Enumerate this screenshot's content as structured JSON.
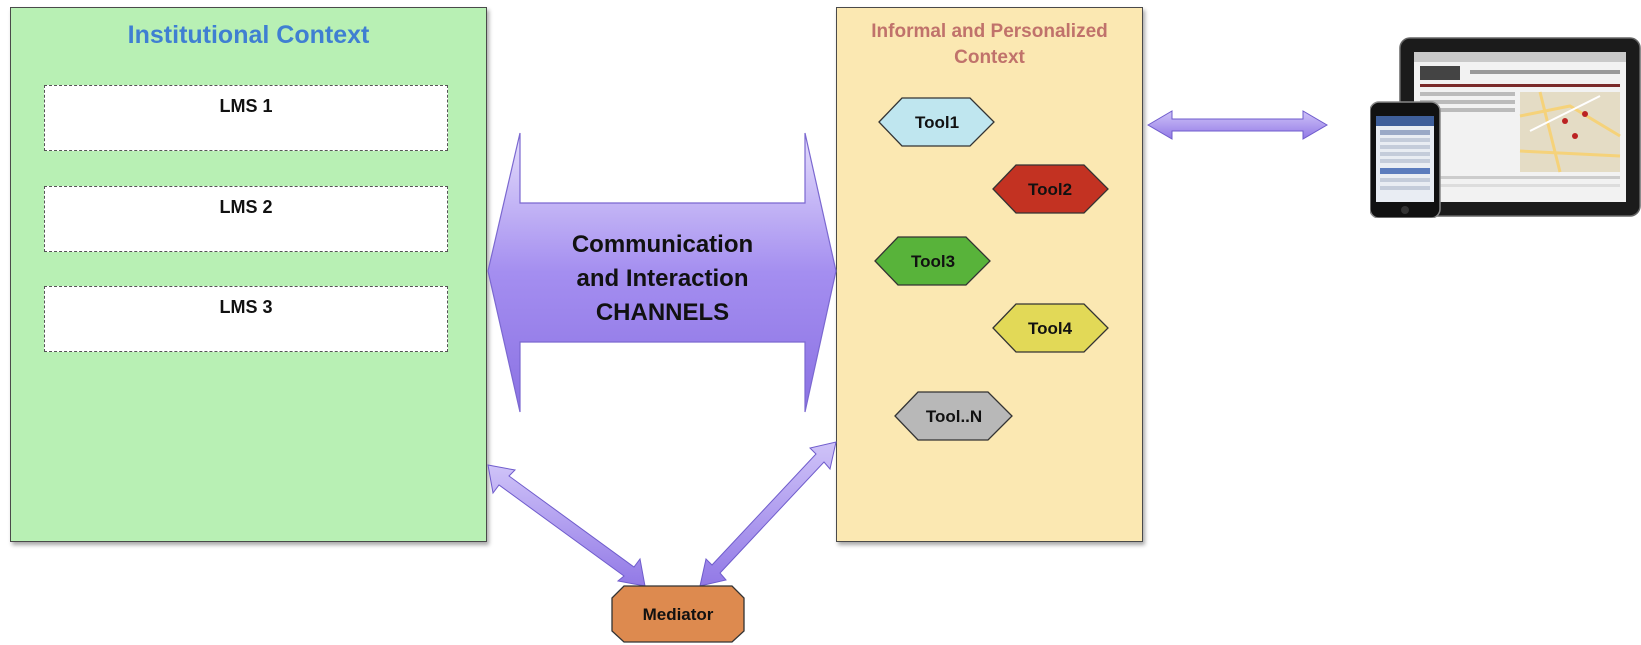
{
  "institutional": {
    "title": "Institutional Context",
    "lms": [
      "LMS 1",
      "LMS 2",
      "LMS 3"
    ]
  },
  "informal": {
    "title": "Informal and Personalized Context"
  },
  "channels": {
    "label_lines": [
      "Communication",
      "and Interaction",
      "CHANNELS"
    ]
  },
  "tools": [
    {
      "label": "Tool1",
      "color": "#bfe6ef"
    },
    {
      "label": "Tool2",
      "color": "#c33222"
    },
    {
      "label": "Tool3",
      "color": "#58b33a"
    },
    {
      "label": "Tool4",
      "color": "#e2d957"
    },
    {
      "label": "Tool..N",
      "color": "#b8b8b8"
    }
  ],
  "mediator": {
    "label": "Mediator",
    "color": "#dd8a4f"
  },
  "colors": {
    "institutional_bg": "#b8f0b4",
    "informal_bg": "#fbe8b2",
    "arrow": "#9b86e8"
  },
  "icons": [
    "tablet-icon",
    "smartphone-icon"
  ]
}
